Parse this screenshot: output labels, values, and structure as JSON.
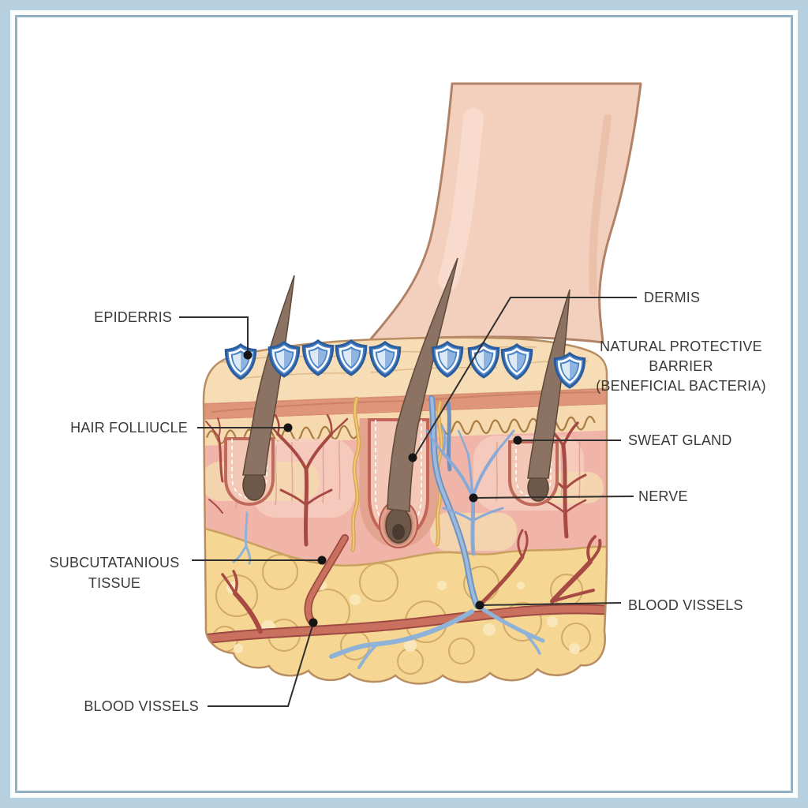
{
  "figure": {
    "type": "anatomical-diagram",
    "subject": "Skin cross-section with finger pressing, showing natural protective barrier",
    "labels": {
      "epidermis": "EPIDERRIS",
      "hair_follicle": "HAIR FOLLIUCLE",
      "subcutaneous_tissue": {
        "line1": "SUBCUTATANIOUS",
        "line2": "TISSUE"
      },
      "blood_vessels_bottom": "BLOOD VISSELS",
      "dermis": "DERMIS",
      "protective_barrier": {
        "line1": "NATURAL PROTECTIVE BARRIER",
        "line2": "(BENEFICIAL BACTERIA)"
      },
      "sweat_gland": "SWEAT GLAND",
      "nerve": "NERVE",
      "blood_vessels_right": "BLOOD VISSELS"
    },
    "icons": {
      "shield": "shield-barrier-icon",
      "shield_count": 9
    },
    "colors": {
      "frame_outer": "#b6d0e0",
      "frame_inner_line": "#93b1c4",
      "epidermis": "#f6ddb6",
      "salmon_band": "#de9579",
      "papillary_band": "#f6d9ae",
      "dermis": "#f0b5a8",
      "subcutaneous": "#f5d693",
      "hair": "#8b7263",
      "vessel_red": "#a84a44",
      "vessel_blue": "#6f93c0",
      "nerve_blue": "#88aad6",
      "gland_yellow": "#d9a850",
      "shield_blue": "#4a84c6",
      "finger_skin": "#f3cfbd",
      "label_text": "#3a3a3a"
    }
  }
}
